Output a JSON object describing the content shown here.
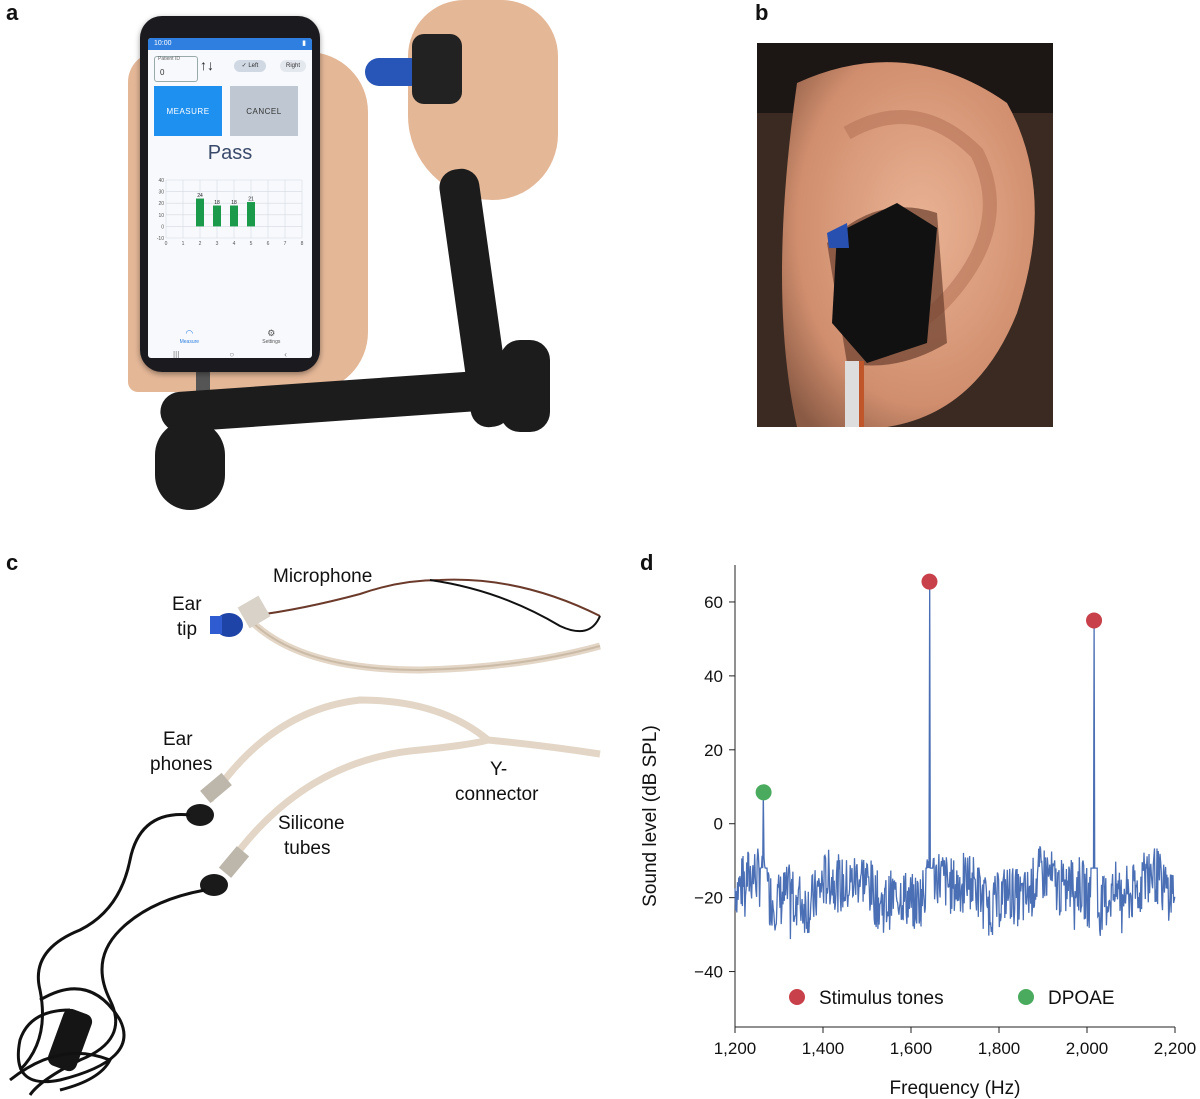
{
  "panels": {
    "a": "a",
    "b": "b",
    "c": "c",
    "d": "d"
  },
  "phone_app": {
    "status_time": "10:00",
    "patient_id_label": "Patient ID",
    "patient_id_value": "0",
    "arrows": "↑↓",
    "left_label": "Left",
    "right_label": "Right",
    "measure_label": "MEASURE",
    "cancel_label": "CANCEL",
    "result_label": "Pass",
    "nav_measure": "Measure",
    "nav_settings": "Settings",
    "mini_chart": {
      "y_ticks": [
        "40",
        "30",
        "20",
        "10",
        "0",
        "-10"
      ],
      "x_ticks": [
        "0",
        "1",
        "2",
        "3",
        "4",
        "5",
        "6",
        "7",
        "8"
      ],
      "bars": [
        {
          "x": 2,
          "value": 24,
          "label": "24"
        },
        {
          "x": 3,
          "value": 18,
          "label": "18"
        },
        {
          "x": 4,
          "value": 18,
          "label": "18"
        },
        {
          "x": 5,
          "value": 21,
          "label": "21"
        }
      ],
      "bar_color": "#1a9a4a",
      "ylim": [
        -10,
        40
      ],
      "xlim": [
        0,
        8
      ]
    }
  },
  "device_labels": {
    "microphone": "Microphone",
    "ear_tip_line1": "Ear",
    "ear_tip_line2": "tip",
    "ear_phones_line1": "Ear",
    "ear_phones_line2": "phones",
    "silicone_line1": "Silicone",
    "silicone_line2": "tubes",
    "y_connector_line1": "Y-",
    "y_connector_line2": "connector"
  },
  "chart_data": {
    "type": "line",
    "xlabel": "Frequency (Hz)",
    "ylabel": "Sound level (dB SPL)",
    "xlim": [
      1200,
      2200
    ],
    "ylim": [
      -55,
      70
    ],
    "x_ticks": [
      1200,
      1400,
      1600,
      1800,
      2000,
      2200
    ],
    "x_tick_labels": [
      "1,200",
      "1,400",
      "1,600",
      "1,800",
      "2,000",
      "2,200"
    ],
    "y_ticks": [
      -40,
      -20,
      0,
      20,
      40,
      60
    ],
    "y_tick_labels": [
      "−40",
      "−20",
      "0",
      "20",
      "40",
      "60"
    ],
    "series_color": "#4a6fb5",
    "noise_floor_db": -18,
    "noise_amplitude_db": 8,
    "peaks": [
      {
        "x": 1265,
        "y": 8.5,
        "kind": "DPOAE"
      },
      {
        "x": 1642,
        "y": 65.5,
        "kind": "Stimulus tones"
      },
      {
        "x": 2016,
        "y": 55,
        "kind": "Stimulus tones"
      }
    ],
    "legend": [
      {
        "name": "Stimulus tones",
        "color": "#c8404a"
      },
      {
        "name": "DPOAE",
        "color": "#4aaa5e"
      }
    ],
    "legend_position": "bottom-inside",
    "grid": false
  }
}
